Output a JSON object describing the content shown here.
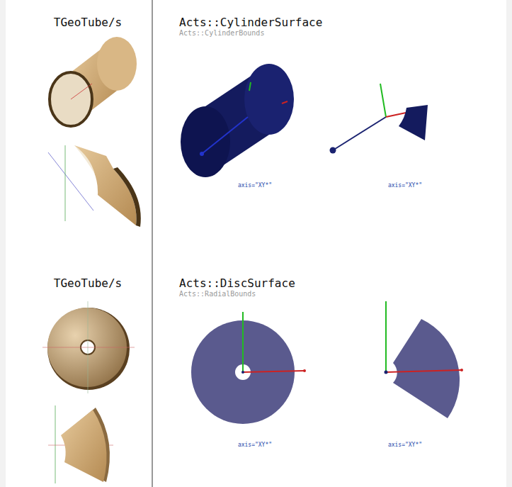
{
  "diagram": {
    "labels": [
      "TGeoTube/s",
      "Acts::CylinderSurface",
      "Acts::CylinderBounds",
      "axis=\"XY*\"",
      "axis=\"XY*\"",
      "TGeoTube/s",
      "Acts::DiscSurface",
      "Acts::RadialBounds",
      "axis=\"XY*\"",
      "axis=\"XY*\""
    ]
  }
}
